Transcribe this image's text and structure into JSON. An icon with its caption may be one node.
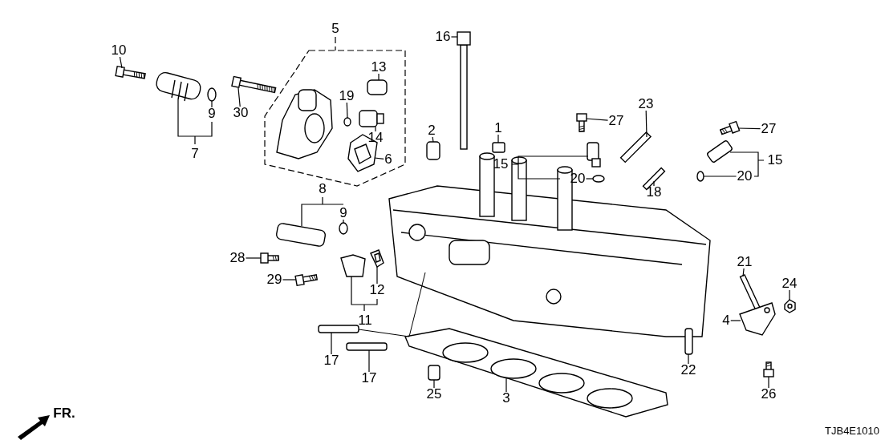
{
  "diagram": {
    "nodes": [
      {
        "text": [
          "10"
        ]
      },
      {
        "text": [
          "9"
        ]
      },
      {
        "text": [
          "30"
        ]
      },
      {
        "text": [
          "13"
        ]
      },
      {
        "text": [
          "19"
        ]
      },
      {
        "text": [
          "14"
        ]
      },
      {
        "text": [
          "6"
        ]
      },
      {
        "text": [
          "16"
        ]
      },
      {
        "text": [
          "2"
        ]
      },
      {
        "text": [
          "1"
        ]
      },
      {
        "text": [
          "27"
        ]
      },
      {
        "text": [
          "23"
        ]
      },
      {
        "text": [
          "20"
        ]
      },
      {
        "text": [
          "18"
        ]
      },
      {
        "text": [
          "27"
        ]
      },
      {
        "text": [
          "20"
        ]
      },
      {
        "text": [
          "9"
        ]
      },
      {
        "text": [
          "28"
        ]
      },
      {
        "text": [
          "29"
        ]
      },
      {
        "text": [
          "12"
        ]
      },
      {
        "text": [
          "17"
        ]
      },
      {
        "text": [
          "17"
        ]
      },
      {
        "text": [
          "21"
        ]
      },
      {
        "text": [
          "24"
        ]
      },
      {
        "text": [
          "4"
        ]
      },
      {
        "text": [
          "26"
        ]
      },
      {
        "text": [
          "22"
        ]
      },
      {
        "text": [
          "25"
        ]
      },
      {
        "text": [
          "3"
        ]
      },
      {
        "text": [],
        "shape": "picture"
      },
      {
        "text": [],
        "shape": "circle"
      },
      {
        "text": [],
        "shape": "picture"
      },
      {
        "text": [],
        "shape": "box"
      },
      {
        "text": [],
        "shape": "circle"
      },
      {
        "text": [],
        "shape": "picture"
      },
      {
        "text": [],
        "shape": "picture"
      },
      {
        "text": [],
        "shape": "picture"
      },
      {
        "text": [],
        "shape": "box"
      },
      {
        "text": [],
        "shape": "box"
      },
      {
        "text": [],
        "shape": "picture"
      },
      {
        "text": [],
        "shape": "box"
      },
      {
        "text": [],
        "shape": "circle"
      },
      {
        "text": [],
        "shape": "box"
      },
      {
        "text": [],
        "shape": "picture"
      },
      {
        "text": [],
        "shape": "circle"
      },
      {
        "text": [],
        "shape": "circle"
      },
      {
        "text": [],
        "shape": "picture"
      },
      {
        "text": [],
        "shape": "picture"
      },
      {
        "text": [],
        "shape": "picture"
      },
      {
        "text": [],
        "shape": "box"
      },
      {
        "text": [],
        "shape": "box"
      },
      {
        "text": [],
        "shape": "box"
      },
      {
        "text": [],
        "shape": "picture"
      },
      {
        "text": [],
        "shape": "picture"
      },
      {
        "text": [],
        "shape": "picture"
      },
      {
        "text": [],
        "shape": "box"
      },
      {
        "text": [],
        "shape": "box"
      },
      {
        "text": [],
        "shape": "picture"
      }
    ],
    "edges": [
      {
        "from": 0,
        "to": 29,
        "arrow": "none"
      },
      {
        "from": 1,
        "to": 30,
        "arrow": "none"
      },
      {
        "from": 2,
        "to": 31,
        "arrow": "none"
      },
      {
        "from": 3,
        "to": 32,
        "arrow": "none"
      },
      {
        "from": 4,
        "to": 33,
        "arrow": "none"
      },
      {
        "from": 5,
        "to": 34,
        "arrow": "none"
      },
      {
        "from": 6,
        "to": 35,
        "arrow": "none"
      },
      {
        "from": 7,
        "to": 36,
        "arrow": "none"
      },
      {
        "from": 8,
        "to": 37,
        "arrow": "none"
      },
      {
        "from": 9,
        "to": 38,
        "arrow": "none"
      },
      {
        "from": 10,
        "to": 39,
        "arrow": "none"
      },
      {
        "from": 11,
        "to": 40,
        "arrow": "none"
      },
      {
        "from": 12,
        "to": 41,
        "arrow": "none"
      },
      {
        "from": 13,
        "to": 42,
        "arrow": "none"
      },
      {
        "from": 14,
        "to": 43,
        "arrow": "none"
      },
      {
        "from": 15,
        "to": 44,
        "arrow": "none"
      },
      {
        "from": 16,
        "to": 45,
        "arrow": "none"
      },
      {
        "from": 17,
        "to": 46,
        "arrow": "none"
      },
      {
        "from": 18,
        "to": 47,
        "arrow": "none"
      },
      {
        "from": 19,
        "to": 48,
        "arrow": "none"
      },
      {
        "from": 20,
        "to": 49,
        "arrow": "none"
      },
      {
        "from": 21,
        "to": 50,
        "arrow": "none"
      },
      {
        "from": 22,
        "to": 51,
        "arrow": "none"
      },
      {
        "from": 23,
        "to": 52,
        "arrow": "none"
      },
      {
        "from": 24,
        "to": 53,
        "arrow": "none"
      },
      {
        "from": 25,
        "to": 54,
        "arrow": "none"
      },
      {
        "from": 26,
        "to": 55,
        "arrow": "none"
      },
      {
        "from": 27,
        "to": 56,
        "arrow": "none"
      },
      {
        "from": 28,
        "to": 57,
        "arrow": "none"
      }
    ],
    "labels": [
      "5",
      "7",
      "15",
      "15",
      "8",
      "11",
      "FR.",
      "TJB4E1010"
    ]
  }
}
